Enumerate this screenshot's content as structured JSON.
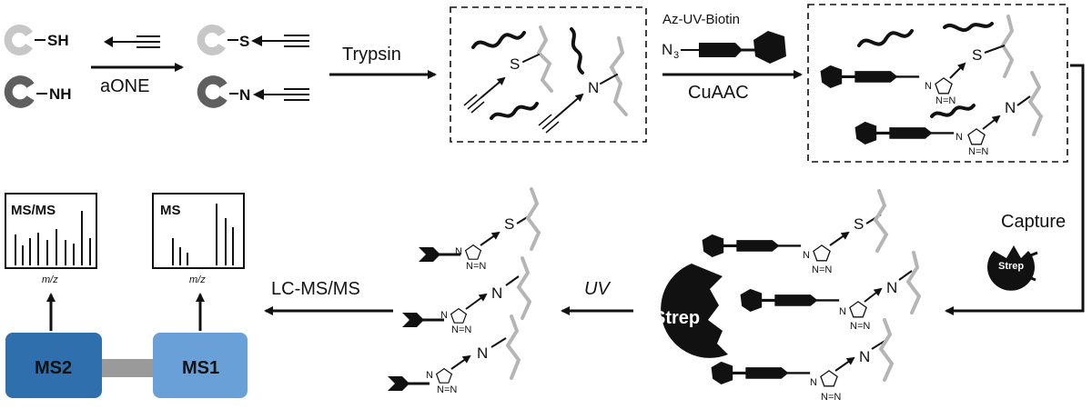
{
  "reagents": {
    "thiol_label": "SH",
    "amine_label": "NH",
    "thioether_label": "S",
    "amine_adduct_label": "N"
  },
  "steps": {
    "aone": "aONE",
    "trypsin": "Trypsin",
    "cuaac": "CuAAC",
    "biotin_reagent": "Az-UV-Biotin",
    "azide_symbol": "N",
    "azide_subscript": "3",
    "capture": "Capture",
    "uv": "UV",
    "lcmsms": "LC-MS/MS"
  },
  "peptide_atoms": {
    "sulfur": "S",
    "nitrogen": "N"
  },
  "triazole_atoms": {
    "n": "N",
    "nn": "N=N"
  },
  "streptavidin": {
    "large_label": "Strep",
    "small_label": "Strep"
  },
  "spectra": {
    "msms_title": "MS/MS",
    "ms_title": "MS",
    "axis_label": "m/z"
  },
  "instrument": {
    "ms2_label": "MS2",
    "ms1_label": "MS1"
  },
  "colors": {
    "ink": "#111111",
    "grey_protein": "#bdbdbd",
    "dark_protein": "#5f5f5f",
    "grey_peptide": "#b5b5b5",
    "ms2_blue": "#2f6fad",
    "ms1_blue": "#6aa0d8",
    "connector": "#9a9a9a"
  }
}
